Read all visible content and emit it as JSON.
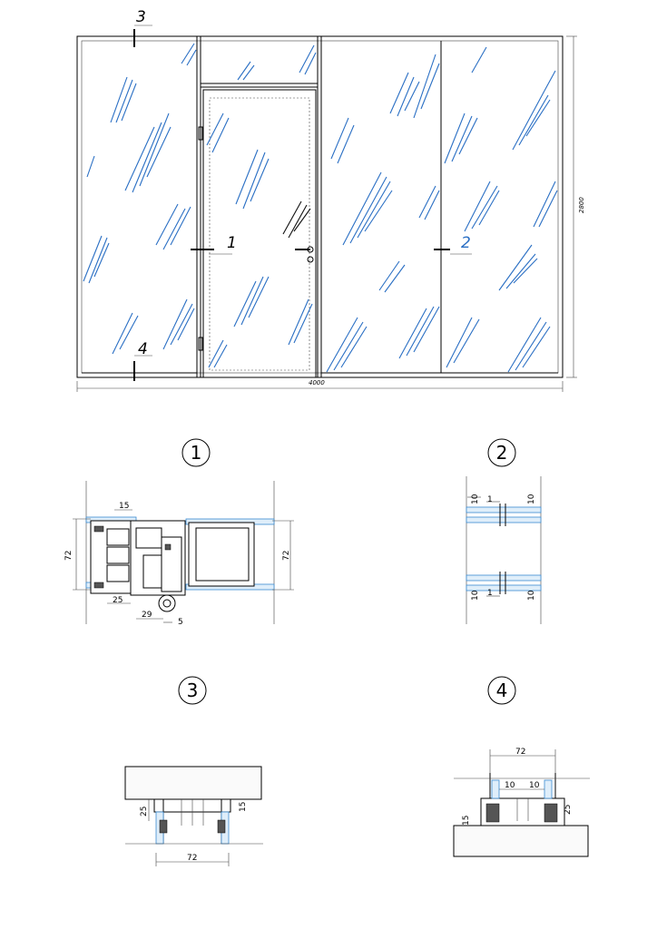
{
  "elevation": {
    "overall_width": "4000",
    "overall_height": "2800",
    "section_marks": [
      "1",
      "2",
      "3",
      "4"
    ]
  },
  "details": [
    {
      "id": "1",
      "dims": [
        "15",
        "72",
        "72",
        "25",
        "29",
        "5"
      ]
    },
    {
      "id": "2",
      "dims": [
        "10",
        "1",
        "10",
        "10",
        "1",
        "10"
      ]
    },
    {
      "id": "3",
      "dims": [
        "25",
        "15",
        "72"
      ]
    },
    {
      "id": "4",
      "dims": [
        "72",
        "10",
        "10",
        "15",
        "25"
      ]
    }
  ],
  "colors": {
    "glass_hatch": "#2a6fc4",
    "line": "#000000",
    "mark_2": "#2a6fc4"
  }
}
